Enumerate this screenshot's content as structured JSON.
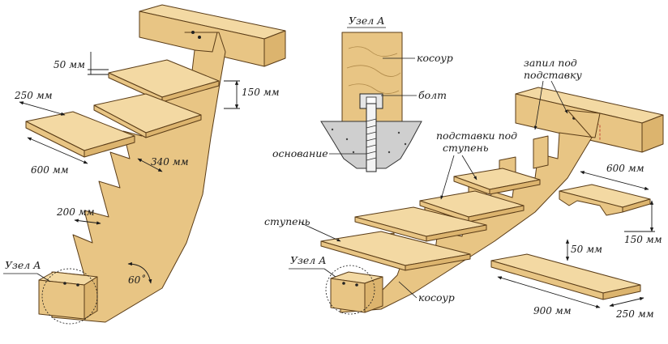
{
  "labels": {
    "node_a_title": "Узел А",
    "kosour_top": "косоур",
    "bolt": "болт",
    "osnovanie": "основание",
    "zapil_line1": "запил под",
    "zapil_line2": "подставку",
    "podstavki_line1": "подставки под",
    "podstavki_line2": "ступень",
    "stupen": "ступень",
    "node_a_left": "Узел А",
    "node_a_right": "Узел А",
    "kosour_bottom": "косоур"
  },
  "dimensions": {
    "left_50": "50 мм",
    "left_150": "150 мм",
    "left_250": "250 мм",
    "left_600": "600 мм",
    "left_340": "340 мм",
    "left_200": "200 мм",
    "left_60": "60˚",
    "right_600": "600 мм",
    "right_150": "150 мм",
    "right_50": "50 мм",
    "right_900": "900 мм",
    "right_250": "250 мм"
  }
}
